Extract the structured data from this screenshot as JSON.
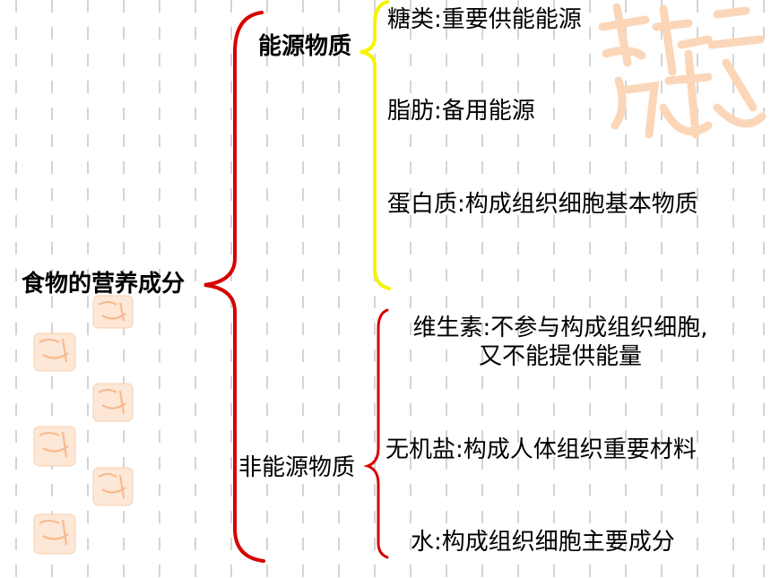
{
  "root": {
    "label": "食物的营养成分"
  },
  "branches": [
    {
      "label": "能源物质",
      "bracket_color": "#f5f500",
      "items": [
        {
          "label": "糖类:重要供能能源"
        },
        {
          "label": "脂肪:备用能源"
        },
        {
          "label": "蛋白质:构成组织细胞基本物质"
        }
      ]
    },
    {
      "label": "非能源物质",
      "bracket_color": "#d60000",
      "items": [
        {
          "label": "维生素:不参与构成组织细胞,",
          "label_line2": "又不能提供能量"
        },
        {
          "label": "无机盐:构成人体组织重要材料"
        },
        {
          "label": "水:构成组织细胞主要成分"
        }
      ]
    }
  ],
  "root_bracket_color": "#d60000"
}
